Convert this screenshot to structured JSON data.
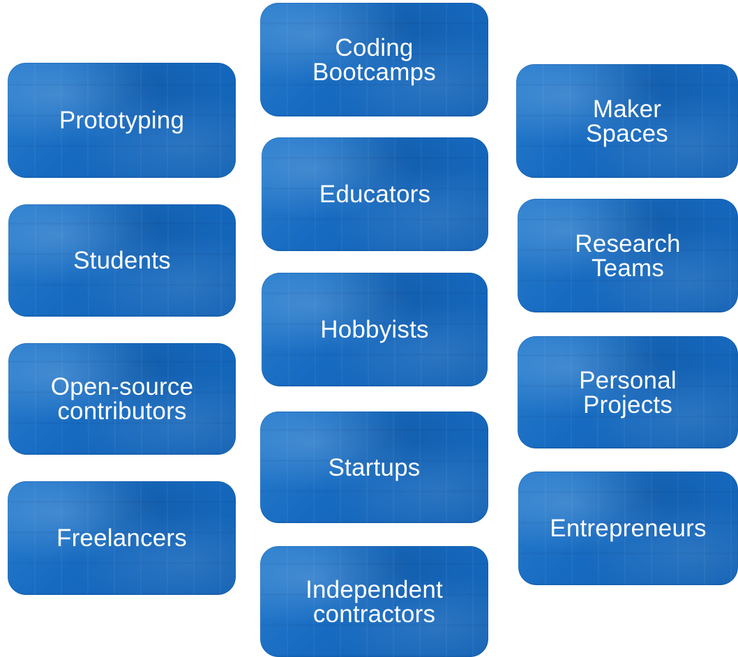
{
  "tiles": [
    {
      "id": "prototyping",
      "label": "Prototyping"
    },
    {
      "id": "students",
      "label": "Students"
    },
    {
      "id": "open-source-contributors",
      "label": "Open-source\ncontributors"
    },
    {
      "id": "freelancers",
      "label": "Freelancers"
    },
    {
      "id": "coding-bootcamps",
      "label": "Coding\nBootcamps"
    },
    {
      "id": "educators",
      "label": "Educators"
    },
    {
      "id": "hobbyists",
      "label": "Hobbyists"
    },
    {
      "id": "startups",
      "label": "Startups"
    },
    {
      "id": "independent-contractors",
      "label": "Independent\ncontractors"
    },
    {
      "id": "maker-spaces",
      "label": "Maker\nSpaces"
    },
    {
      "id": "research-teams",
      "label": "Research\nTeams"
    },
    {
      "id": "personal-projects",
      "label": "Personal\nProjects"
    },
    {
      "id": "entrepreneurs",
      "label": "Entrepreneurs"
    }
  ],
  "colors": {
    "tile_base": "#1a6fc4",
    "tile_text": "#ffffff",
    "background": "#ffffff"
  }
}
